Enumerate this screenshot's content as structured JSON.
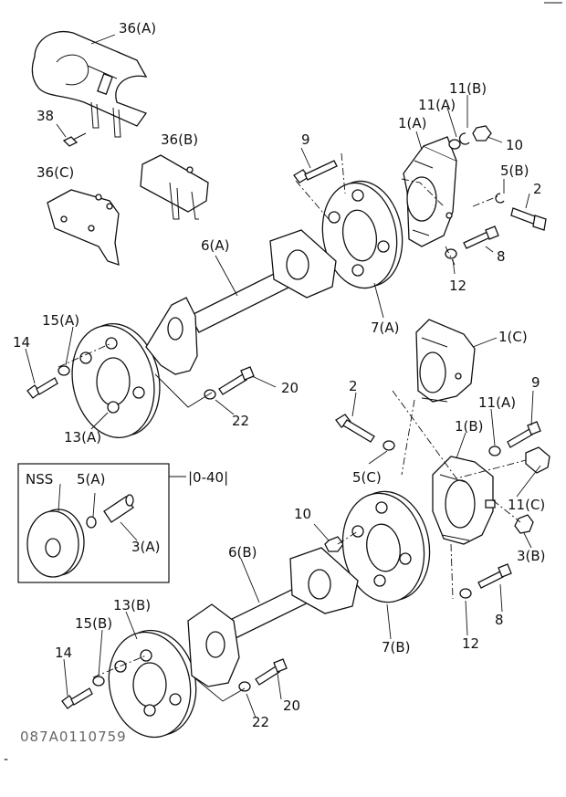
{
  "callouts": {
    "p36a": "36(A)",
    "p38": "38",
    "p36b": "36(B)",
    "p36c": "36(C)",
    "p9a": "9",
    "p11b": "11(B)",
    "p11a_top": "11(A)",
    "p1a": "1(A)",
    "p10a": "10",
    "p5b": "5(B)",
    "p2a": "2",
    "p8a": "8",
    "p12a": "12",
    "p7a": "7(A)",
    "p6a": "6(A)",
    "p15a": "15(A)",
    "p14a": "14",
    "p13a": "13(A)",
    "p20a": "20",
    "p22a": "22",
    "p1c": "1(C)",
    "p2b": "2",
    "p9b": "9",
    "p11a_mid": "11(A)",
    "p1b": "1(B)",
    "p5c": "5(C)",
    "p11c": "11(C)",
    "p3b": "3(B)",
    "p10b": "10",
    "p6b": "6(B)",
    "p7b": "7(B)",
    "p8b": "8",
    "p12b": "12",
    "p13b": "13(B)",
    "p15b": "15(B)",
    "p14b": "14",
    "p20b": "20",
    "p22b": "22"
  },
  "inset": {
    "nss": "NSS",
    "p5a": "5(A)",
    "p3a": "3(A)",
    "range": "|0-40|"
  },
  "drawing_number": "087A0110759"
}
